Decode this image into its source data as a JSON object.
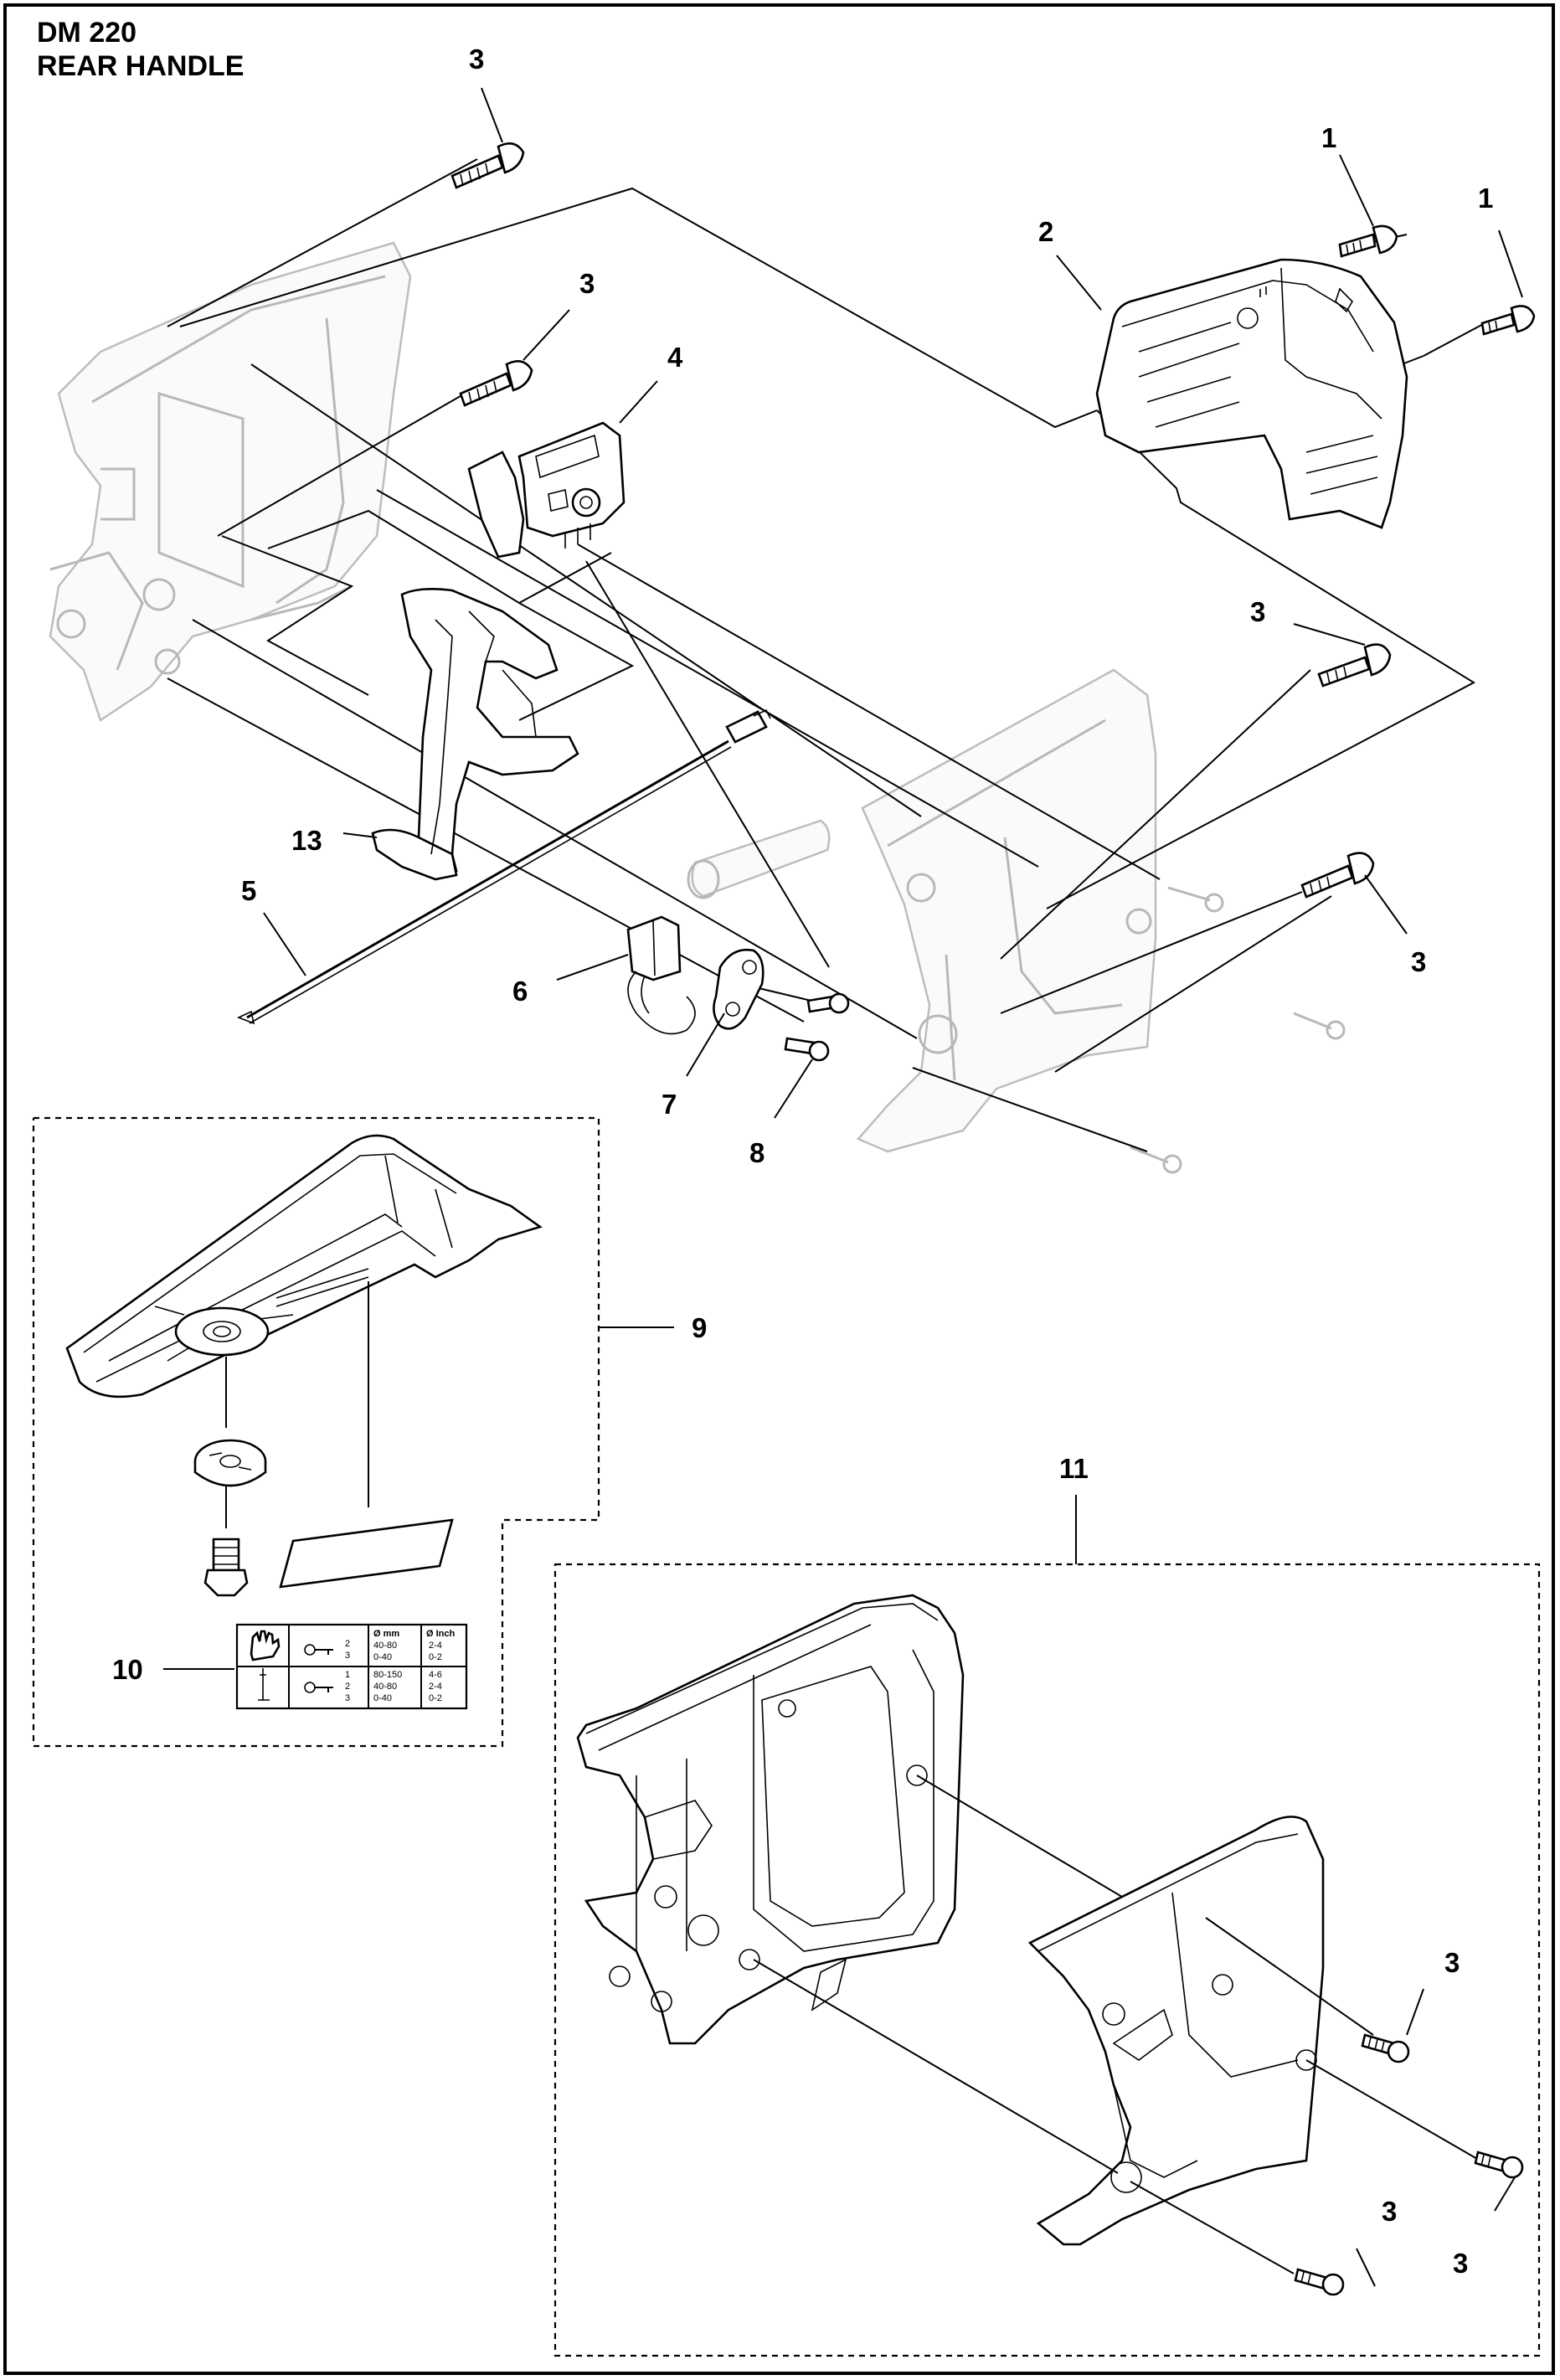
{
  "title": {
    "model": "DM 220",
    "section": "REAR HANDLE"
  },
  "callouts": [
    {
      "id": "c3-top",
      "label": "3"
    },
    {
      "id": "c1-a",
      "label": "1"
    },
    {
      "id": "c1-b",
      "label": "1"
    },
    {
      "id": "c2",
      "label": "2"
    },
    {
      "id": "c3-b",
      "label": "3"
    },
    {
      "id": "c4",
      "label": "4"
    },
    {
      "id": "c3-c",
      "label": "3"
    },
    {
      "id": "c3-d",
      "label": "3"
    },
    {
      "id": "c13",
      "label": "13"
    },
    {
      "id": "c5",
      "label": "5"
    },
    {
      "id": "c6",
      "label": "6"
    },
    {
      "id": "c7",
      "label": "7"
    },
    {
      "id": "c8",
      "label": "8"
    },
    {
      "id": "c9",
      "label": "9"
    },
    {
      "id": "c10",
      "label": "10"
    },
    {
      "id": "c11",
      "label": "11"
    },
    {
      "id": "c3-e",
      "label": "3"
    },
    {
      "id": "c3-f",
      "label": "3"
    },
    {
      "id": "c3-g",
      "label": "3"
    }
  ],
  "decal_table": {
    "headers": [
      "Ø mm",
      "Ø Inch"
    ],
    "rows": [
      {
        "positions": [
          "2",
          "3"
        ],
        "mm": [
          "40-80",
          "0-40"
        ],
        "inch": [
          "2-4",
          "0-2"
        ]
      },
      {
        "positions": [
          "1",
          "2",
          "3"
        ],
        "mm": [
          "80-150",
          "40-80",
          "0-40"
        ],
        "inch": [
          "4-6",
          "2-4",
          "0-2"
        ]
      }
    ]
  }
}
